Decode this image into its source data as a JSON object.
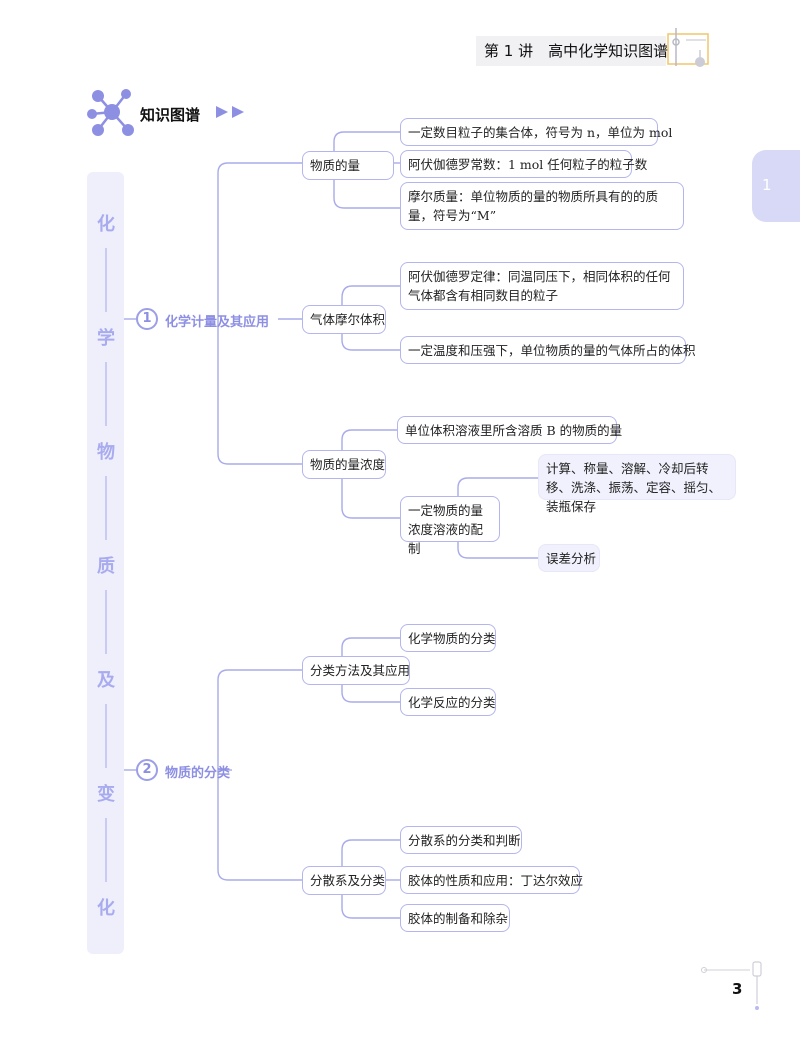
{
  "header": {
    "title": "第 1 讲　高中化学知识图谱"
  },
  "chapter_tab": {
    "number": "1"
  },
  "section": {
    "title": "知识图谱"
  },
  "vertical_title": [
    "化",
    "学",
    "物",
    "质",
    "及",
    "变",
    "化"
  ],
  "categories": [
    {
      "number": "1",
      "label": "化学计量及其应用"
    },
    {
      "number": "2",
      "label": "物质的分类"
    }
  ],
  "topics": [
    "物质的量",
    "气体摩尔体积",
    "物质的量浓度",
    "一定物质的量浓度溶液的配制",
    "分类方法及其应用",
    "分散系及分类"
  ],
  "details": [
    "一定数目粒子的集合体，符号为 n，单位为 mol",
    "阿伏伽德罗常数：1 mol 任何粒子的粒子数",
    "摩尔质量：单位物质的量的物质所具有的的质量，符号为“M”",
    "阿伏伽德罗定律：同温同压下，相同体积的任何气体都含有相同数目的粒子",
    "一定温度和压强下，单位物质的量的气体所占的体积",
    "单位体积溶液里所含溶质 B 的物质的量",
    "计算、称量、溶解、冷却后转移、洗涤、振荡、定容、摇匀、装瓶保存",
    "误差分析",
    "化学物质的分类",
    "化学反应的分类",
    "分散系的分类和判断",
    "胶体的性质和应用：丁达尔效应",
    "胶体的制备和除杂"
  ],
  "page_number": "3",
  "colors": {
    "accent": "#8d8fe3",
    "line": "#b3b5ee",
    "tab": "#d7d9f6",
    "strip": "#eeeffb"
  }
}
